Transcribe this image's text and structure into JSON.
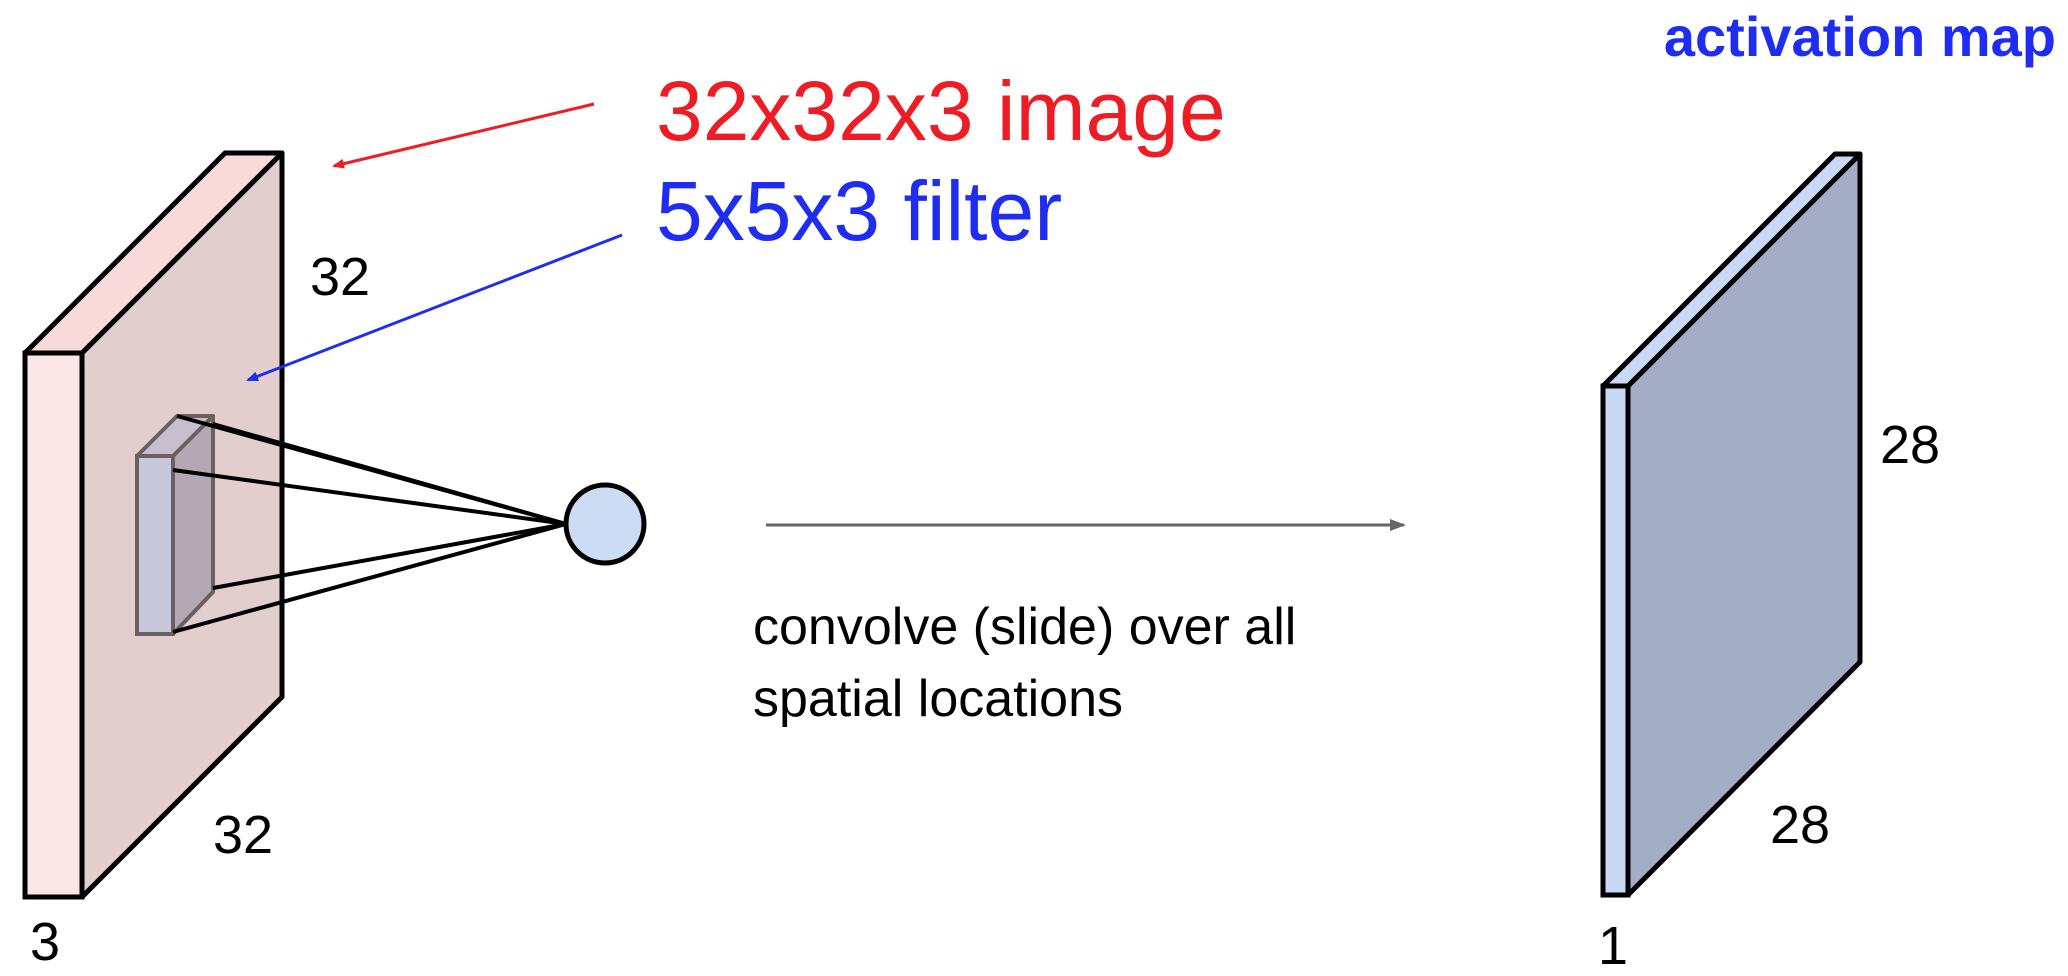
{
  "title": "activation map",
  "legend": {
    "image_label": "32x32x3 image",
    "filter_label": "5x5x3 filter"
  },
  "input_volume": {
    "height": "32",
    "width": "32",
    "depth": "3"
  },
  "output_volume": {
    "height": "28",
    "width": "28",
    "depth": "1"
  },
  "caption": {
    "line1": "convolve (slide) over all",
    "line2": "spatial locations"
  },
  "colors": {
    "image_label": "#ee1c24",
    "filter_label": "#1f2df0",
    "title": "#1f2df0",
    "input_front": "#fbe6e6",
    "input_side": "#e2cfcd",
    "input_top": "#f8dada",
    "output_front": "#c9d8f4",
    "output_side": "#a3aec6",
    "neuron": "#cddcf5"
  }
}
